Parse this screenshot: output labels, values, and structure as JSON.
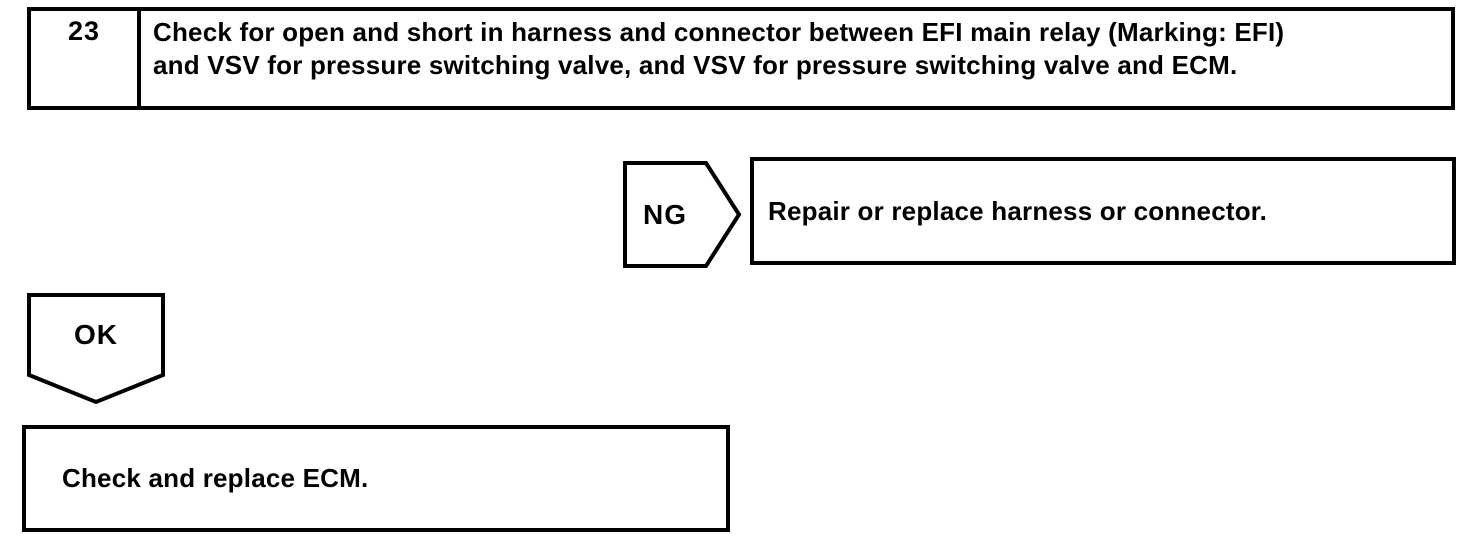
{
  "page": {
    "background": "#ffffff",
    "line_color": "#000000"
  },
  "step": {
    "number": "23",
    "instruction": "Check for open and short in harness and connector between EFI main relay (Marking: EFI) and VSV for pressure switching valve, and VSV for pressure switching valve and ECM."
  },
  "ng_branch": {
    "label": "NG",
    "action": "Repair or replace harness or connector."
  },
  "ok_branch": {
    "label": "OK",
    "action": "Check and replace ECM."
  }
}
